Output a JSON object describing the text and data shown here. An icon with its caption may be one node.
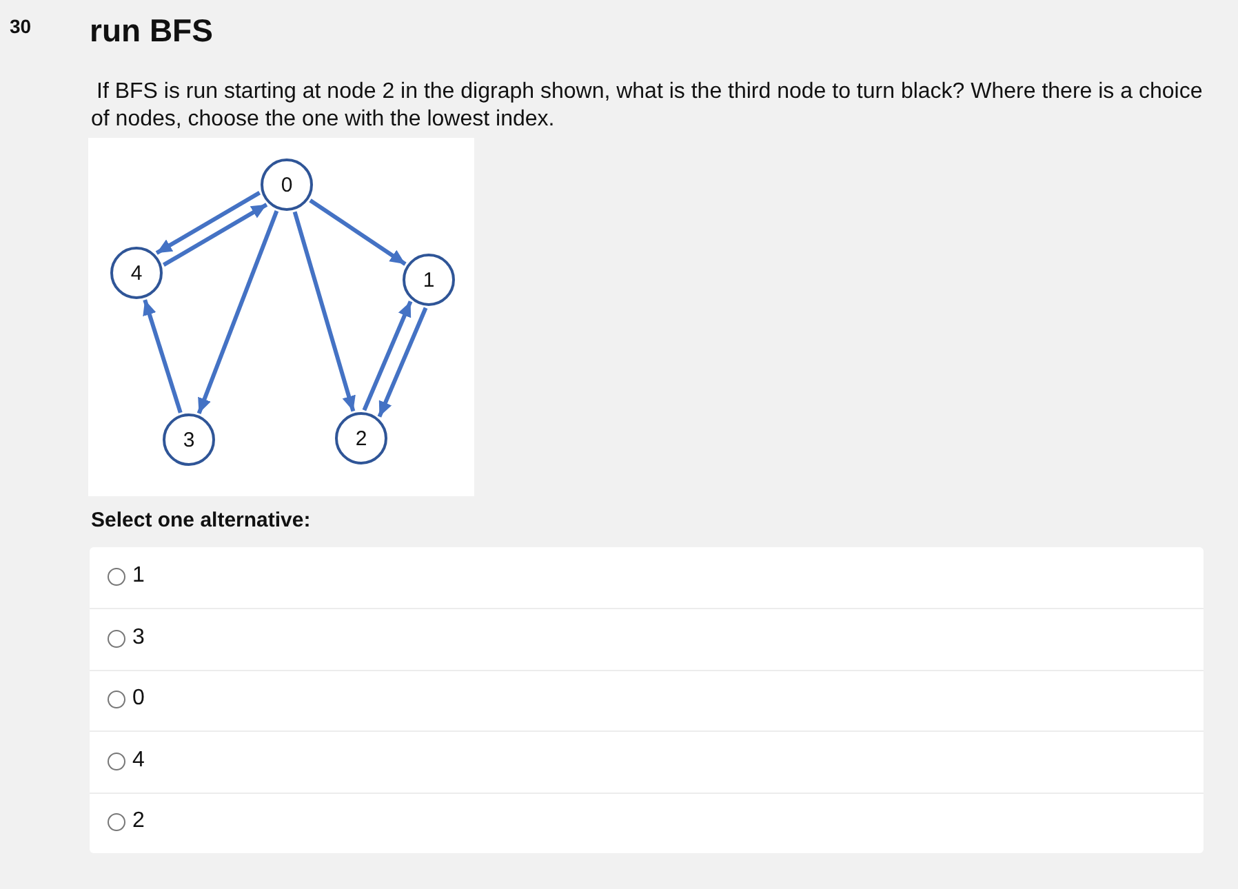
{
  "diagram": {
    "title": "run BFS",
    "nodes": [
      {
        "text": [
          "0"
        ]
      },
      {
        "text": [
          "1"
        ]
      },
      {
        "text": [
          "2"
        ]
      },
      {
        "text": [
          "3"
        ]
      },
      {
        "text": [
          "4"
        ]
      }
    ],
    "edges": [
      {
        "from": 0,
        "to": 4,
        "arrow": "to"
      },
      {
        "from": 4,
        "to": 0,
        "arrow": "to"
      },
      {
        "from": 0,
        "to": 1,
        "arrow": "to"
      },
      {
        "from": 0,
        "to": 3,
        "arrow": "to"
      },
      {
        "from": 0,
        "to": 2,
        "arrow": "to"
      },
      {
        "from": 3,
        "to": 4,
        "arrow": "to"
      },
      {
        "from": 2,
        "to": 1,
        "arrow": "to"
      },
      {
        "from": 1,
        "to": 2,
        "arrow": "to"
      }
    ],
    "labels": [
      "30",
      "If BFS is run starting at node 2 in the digraph shown, what is the third node to turn black? Where there is a choice of nodes, choose the one with the lowest index.",
      "Select one alternative:",
      "1",
      "3",
      "0",
      "4",
      "2"
    ]
  }
}
